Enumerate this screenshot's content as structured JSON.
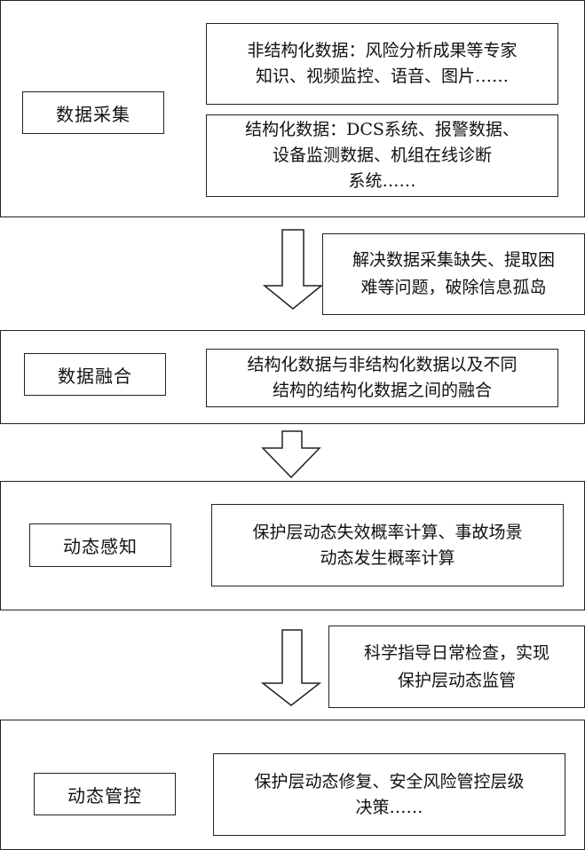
{
  "stages": [
    {
      "label": "数据采集",
      "descriptions": [
        "非结构化数据：风险分析成果等专家\n知识、视频监控、语音、图片……",
        "结构化数据：DCS系统、报警数据、\n设备监测数据、机组在线诊断\n系统……"
      ]
    },
    {
      "label": "数据融合",
      "descriptions": [
        "结构化数据与非结构化数据以及不同\n结构的结构化数据之间的融合"
      ]
    },
    {
      "label": "动态感知",
      "descriptions": [
        "保护层动态失效概率计算、事故场景\n动态发生概率计算"
      ]
    },
    {
      "label": "动态管控",
      "descriptions": [
        "保护层动态修复、安全风险管控层级\n决策……"
      ]
    }
  ],
  "arrow_notes": [
    "解决数据采集缺失、提取困\n难等问题，破除信息孤岛",
    "",
    "科学指导日常检查，实现\n保护层动态监管"
  ],
  "icons": {
    "arrow": "down-arrow-icon"
  }
}
